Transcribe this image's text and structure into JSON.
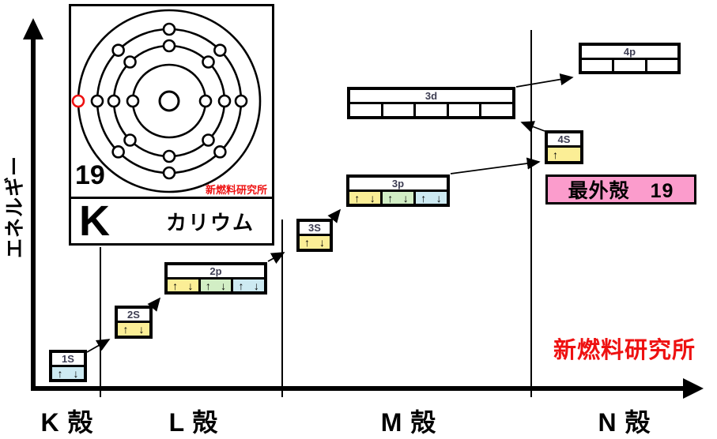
{
  "colors": {
    "yellow": "#FBEE96",
    "green": "#D2EEC5",
    "cyan": "#CDEAF2",
    "white": "#FFFFFF",
    "pink": "#FB9CCC",
    "red": "#EE1111",
    "orbital_label": "#3D3D52"
  },
  "energy_axis": {
    "label": "エネルギー"
  },
  "shell_axis": {
    "labels": [
      "K 殻",
      "L 殻",
      "M 殻",
      "N 殻"
    ]
  },
  "element_card": {
    "atomic_number": "19",
    "symbol": "K",
    "name": "カリウム",
    "watermark": "新燃料研究所",
    "shell_electrons": [
      2,
      8,
      8,
      1
    ]
  },
  "orbitals": [
    {
      "id": "1s",
      "label": "1S",
      "cells": [
        {
          "color": "cyan",
          "arrows": [
            "↑",
            "↓"
          ]
        }
      ]
    },
    {
      "id": "2s",
      "label": "2S",
      "cells": [
        {
          "color": "yellow",
          "arrows": [
            "↑",
            "↓"
          ]
        }
      ]
    },
    {
      "id": "2p",
      "label": "2p",
      "cells": [
        {
          "color": "yellow",
          "arrows": [
            "↑",
            "↓"
          ]
        },
        {
          "color": "green",
          "arrows": [
            "↑",
            "↓"
          ]
        },
        {
          "color": "cyan",
          "arrows": [
            "↑",
            "↓"
          ]
        }
      ]
    },
    {
      "id": "3s",
      "label": "3S",
      "cells": [
        {
          "color": "yellow",
          "arrows": [
            "↑",
            "↓"
          ]
        }
      ]
    },
    {
      "id": "3p",
      "label": "3p",
      "cells": [
        {
          "color": "yellow",
          "arrows": [
            "↑",
            "↓"
          ]
        },
        {
          "color": "green",
          "arrows": [
            "↑",
            "↓"
          ]
        },
        {
          "color": "cyan",
          "arrows": [
            "↑",
            "↓"
          ]
        }
      ]
    },
    {
      "id": "3d",
      "label": "3d",
      "cells": [
        {
          "color": "white",
          "arrows": []
        },
        {
          "color": "white",
          "arrows": []
        },
        {
          "color": "white",
          "arrows": []
        },
        {
          "color": "white",
          "arrows": []
        },
        {
          "color": "white",
          "arrows": []
        }
      ]
    },
    {
      "id": "4s",
      "label": "4S",
      "cells": [
        {
          "color": "yellow",
          "arrows": [
            "↑"
          ]
        }
      ]
    },
    {
      "id": "4p",
      "label": "4p",
      "cells": [
        {
          "color": "white",
          "arrows": []
        },
        {
          "color": "white",
          "arrows": []
        },
        {
          "color": "white",
          "arrows": []
        }
      ]
    }
  ],
  "filling_order_arrows": [
    [
      "1S",
      "2S"
    ],
    [
      "2S",
      "2p"
    ],
    [
      "2p",
      "3S"
    ],
    [
      "3S",
      "3p"
    ],
    [
      "3p",
      "4S"
    ],
    [
      "4S",
      "3d"
    ],
    [
      "3d",
      "4p"
    ]
  ],
  "outermost_shell": {
    "label": "最外殻　19"
  },
  "watermark": {
    "label": "新燃料研究所"
  }
}
